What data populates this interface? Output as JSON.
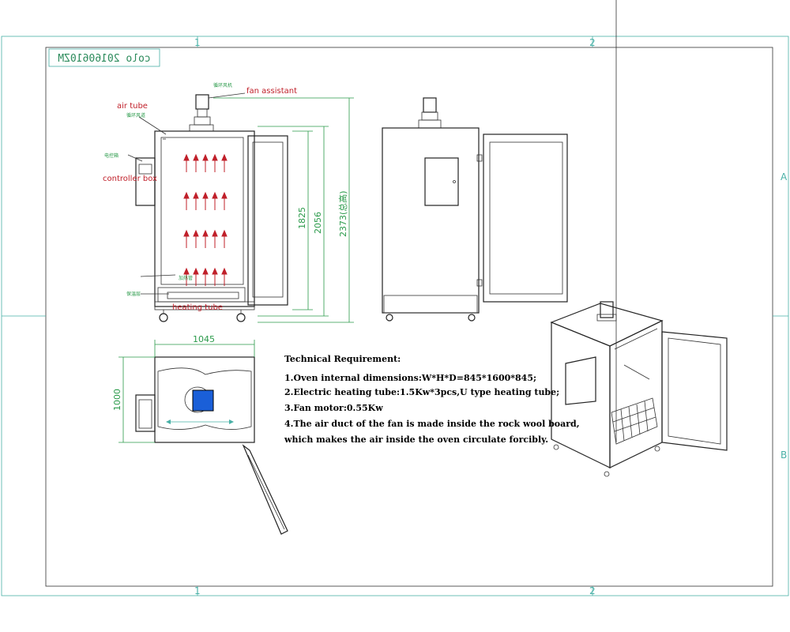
{
  "drawing_code": "colo 20160610ZM",
  "border": {
    "col1": "1",
    "col2": "2",
    "row_a": "A",
    "row_b": "B"
  },
  "front_view": {
    "labels": {
      "fan_assistant": "fan assistant",
      "air_tube": "air tube",
      "controller_box": "controller box",
      "heating_tube": "heating tube"
    },
    "chinese_labels": [
      "循环风机",
      "循环风道",
      "电控箱",
      "加热管",
      "保温层"
    ],
    "dimensions": {
      "inner": "1825",
      "body": "2056",
      "total": "2373(总高)"
    }
  },
  "top_view": {
    "width": "1045",
    "depth": "1000"
  },
  "technical": {
    "heading": "Technical Requirement:",
    "lines": [
      "1.Oven internal dimensions:W*H*D=845*1600*845;",
      "2.Electric heating tube:1.5Kw*3pcs,U type heating tube;",
      "3.Fan motor:0.55Kw",
      "4.The air duct of the fan is made inside the rock wool board,",
      "which makes the air inside the oven circulate forcibly."
    ]
  }
}
